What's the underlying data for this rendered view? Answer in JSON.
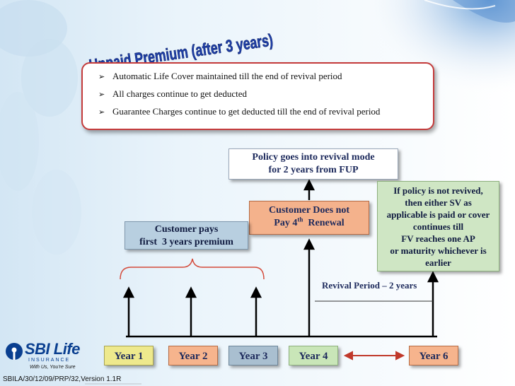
{
  "title": "Unpaid Premium (after 3 years)",
  "bullets": [
    "Automatic Life Cover maintained till the end of  revival period",
    "All charges continue to get deducted",
    "Guarantee Charges continue to get deducted till the end of revival period"
  ],
  "revival_box": {
    "line1": "Policy goes into revival mode",
    "line2": "for 2 years from FUP"
  },
  "not_pay_box": {
    "line1": "Customer Does not",
    "line2_pre": "Pay 4",
    "line2_sup": "th",
    "line2_post": "  Renewal"
  },
  "pays_box": {
    "line1": "Customer pays",
    "line2": "first  3 years premium"
  },
  "not_revived_box": {
    "lines": [
      "If policy is not revived,",
      "then either SV as",
      "applicable is paid or cover",
      "continues till",
      "FV reaches one AP",
      "or maturity whichever is",
      "earlier"
    ]
  },
  "revival_period_label": "Revival Period – 2 years",
  "years": [
    "Year 1",
    "Year 2",
    "Year 3",
    "Year 4",
    "Year 6"
  ],
  "logo": {
    "name": "SBI Life",
    "sub": "INSURANCE",
    "tagline": "With Us, You're Sure"
  },
  "footer": "SBILA/30/12/09/PRP/32,Version 1.1R",
  "colors": {
    "title_blue": "#1f3fa8",
    "bullet_border": "#c43a3a",
    "arrow_red": "#c0392b"
  }
}
